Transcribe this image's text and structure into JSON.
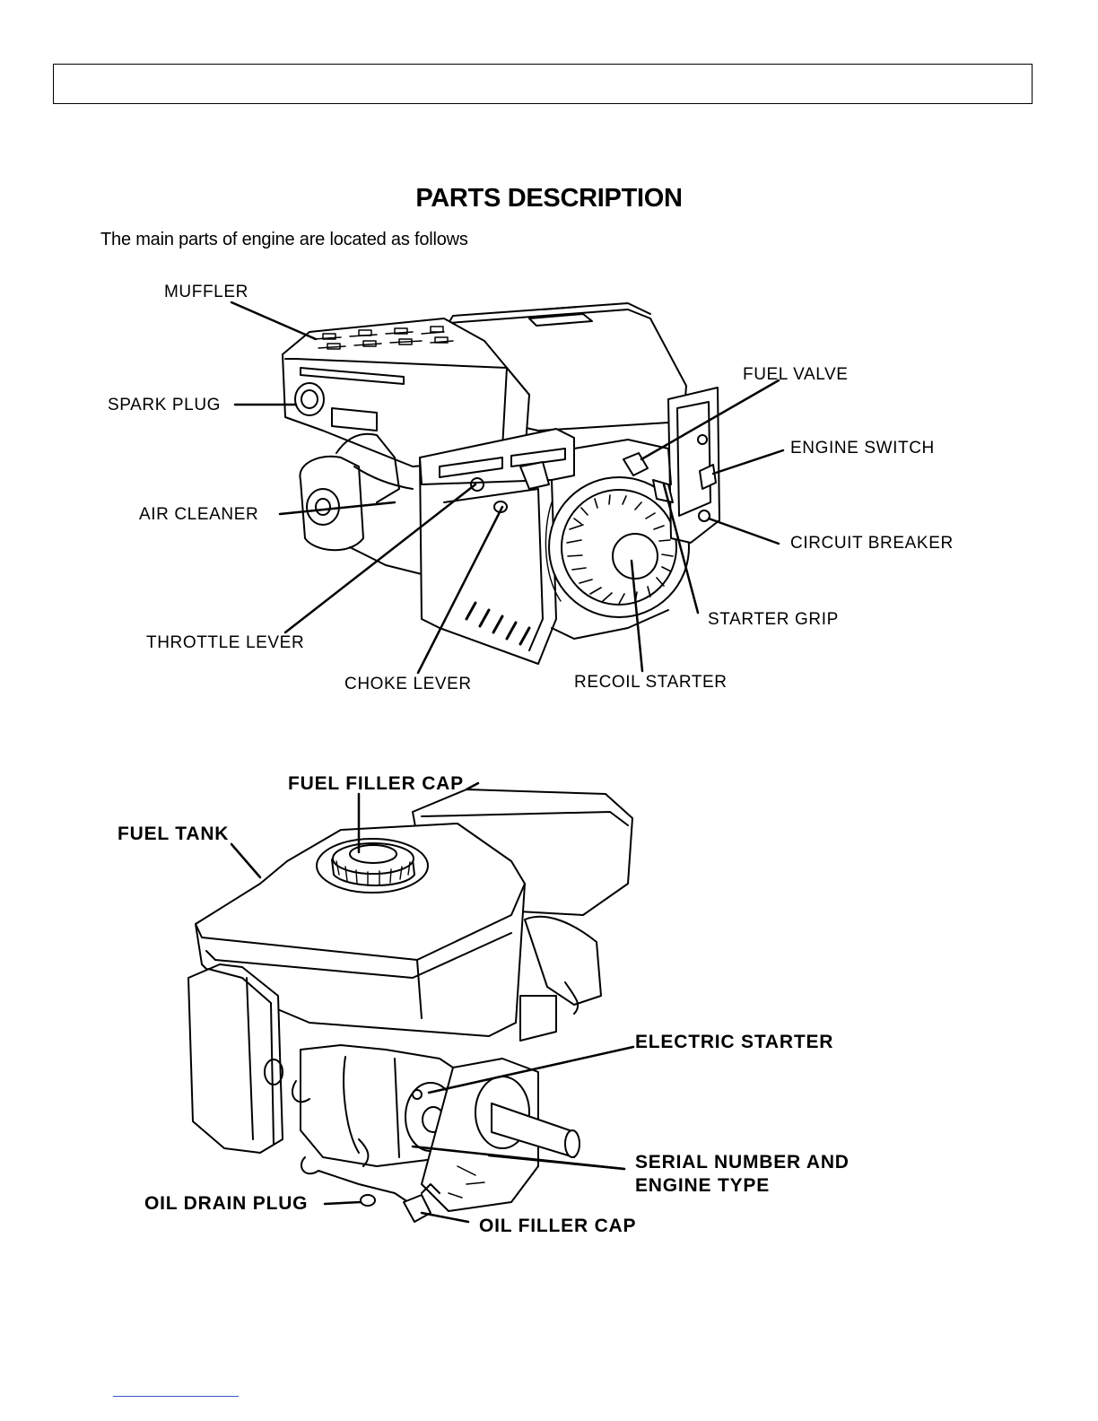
{
  "page": {
    "title": "PARTS DESCRIPTION",
    "intro": "The main parts of engine are located as follows"
  },
  "diagram1": {
    "labels": {
      "muffler": "MUFFLER",
      "spark_plug": "SPARK PLUG",
      "air_cleaner": "AIR CLEANER",
      "throttle_lever": "THROTTLE LEVER",
      "choke_lever": "CHOKE LEVER",
      "recoil_starter": "RECOIL STARTER",
      "starter_grip": "STARTER GRIP",
      "circuit_breaker": "CIRCUIT BREAKER",
      "engine_switch": "ENGINE SWITCH",
      "fuel_valve": "FUEL VALVE"
    }
  },
  "diagram2": {
    "labels": {
      "fuel_filler_cap": "FUEL FILLER CAP",
      "fuel_tank": "FUEL TANK",
      "electric_starter": "ELECTRIC STARTER",
      "serial_number_line1": "SERIAL NUMBER AND",
      "serial_number_line2": "ENGINE TYPE",
      "oil_drain_plug": "OIL DRAIN PLUG",
      "oil_filler_cap": "OIL FILLER CAP"
    }
  }
}
